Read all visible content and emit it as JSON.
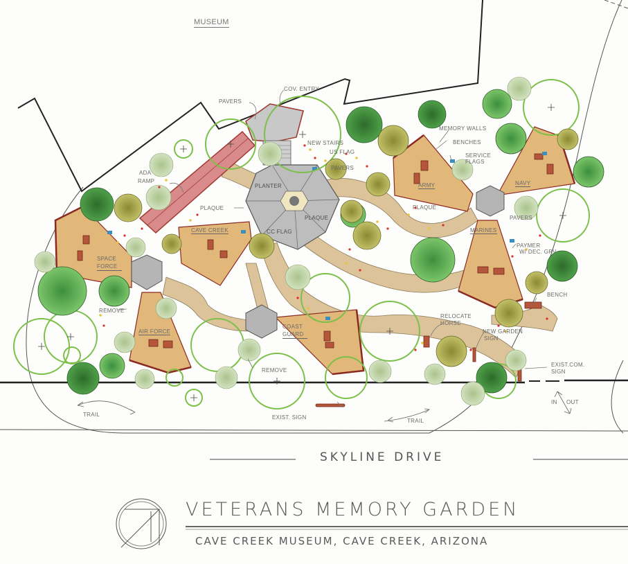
{
  "plan": {
    "title": "VETERANS MEMORY GARDEN",
    "subtitle": "CAVE CREEK MUSEUM, CAVE CREEK, ARIZONA",
    "road": "SKYLINE DRIVE",
    "building_label": "MUSEUM",
    "north_arrow": "north-arrow-symbol"
  },
  "labels": {
    "cov_entry": "COV. ENTRY",
    "pavers_entry": "PAVERS",
    "new_stairs": "NEW STAIRS",
    "us_flag": "US FLAG",
    "pavers_flag": "PAVERS",
    "ada_ramp_1": "ADA",
    "ada_ramp_2": "RAMP",
    "planter": "PLANTER",
    "plaque_center": "PLAQUE",
    "plaque_left": "PLAQUE",
    "cc_flag": "CC FLAG",
    "plaque_right": "PLAQUE",
    "memory_walls": "MEMORY WALLS",
    "benches": "BENCHES",
    "service_flags_1": "SERVICE",
    "service_flags_2": "FLAGS",
    "pavers_right": "PAVERS",
    "paymer_1": "PAYMER",
    "paymer_2": "W/ DEC. GRV",
    "bench": "BENCH",
    "relocate_horse_1": "RELOCATE",
    "relocate_horse_2": "HORSE",
    "new_garden_sign_1": "NEW GARDEN",
    "new_garden_sign_2": "SIGN",
    "exist_comm_sign_1": "EXIST.COM.",
    "exist_comm_sign_2": "SIGN",
    "in": "IN",
    "out": "OUT",
    "remove_left": "REMOVE",
    "remove_bottom": "REMOVE",
    "exist_sign": "EXIST. SIGN",
    "trail_left": "TRAIL",
    "trail_right": "TRAIL"
  },
  "pods": [
    {
      "name": "ARMY"
    },
    {
      "name": "NAVY"
    },
    {
      "name": "MARINES"
    },
    {
      "name": "COAST GUARD"
    },
    {
      "name": "AIR FORCE"
    },
    {
      "name": "SPACE FORCE"
    },
    {
      "name": "CAVE CREEK"
    }
  ],
  "colors": {
    "pod_fill": "#e2b77a",
    "pod_edge": "#8b2a22",
    "path_fill": "#dcc39a",
    "ramp_fill": "#d98a8a",
    "paver_gray": "#b9b9b9",
    "tree_dark": "#3f8f3c",
    "tree_olive": "#a5a548",
    "tree_light": "#b7cf9a",
    "circle_green": "#7cc04a",
    "bench_brown": "#b0553a",
    "flag_blue": "#3a8fbf"
  }
}
